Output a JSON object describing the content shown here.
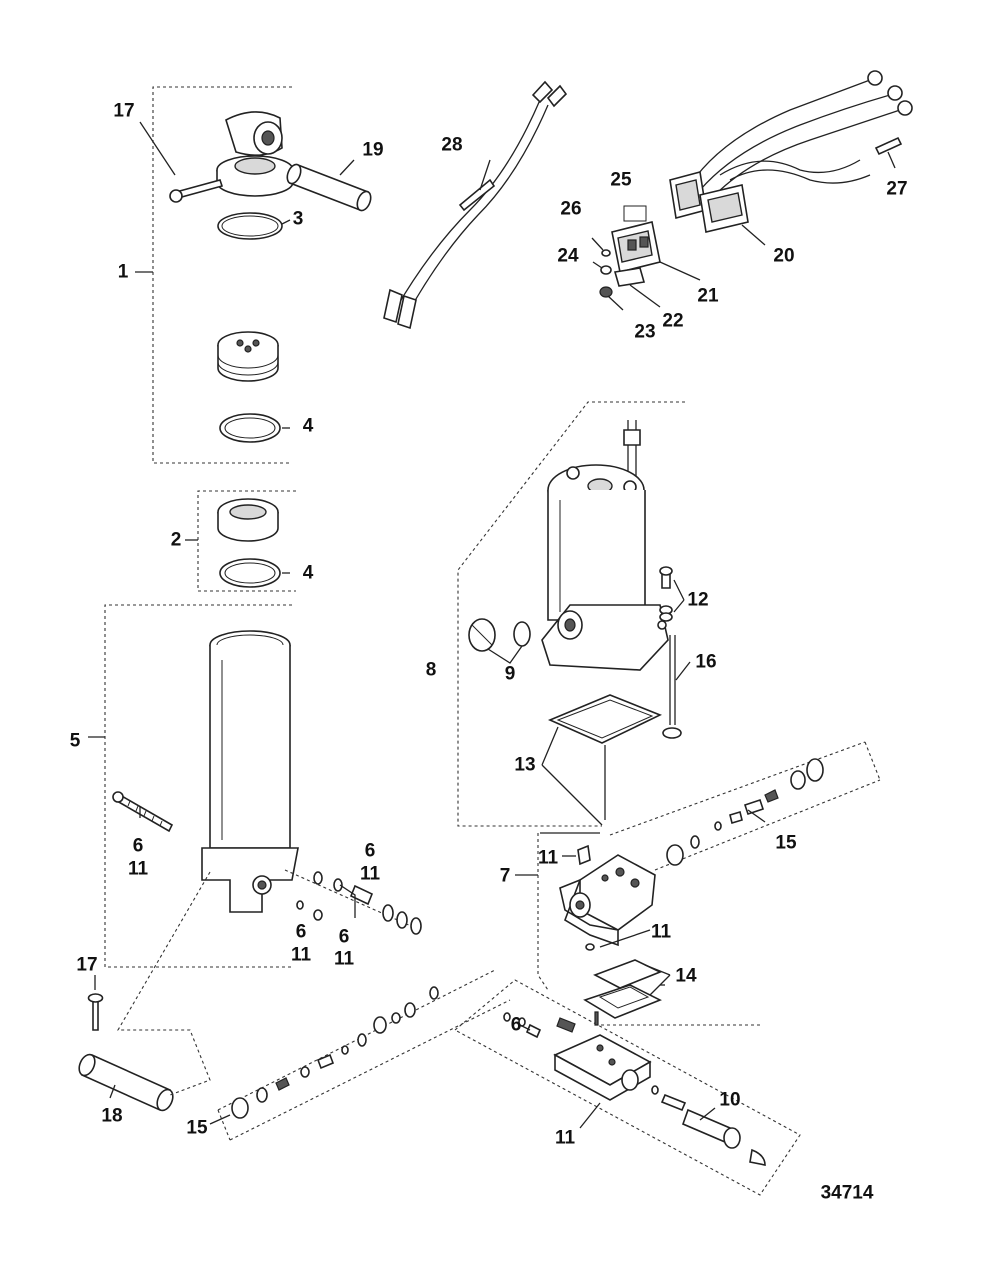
{
  "diagram": {
    "figure_number": "34714",
    "callouts": [
      {
        "id": "c17a",
        "label": "17"
      },
      {
        "id": "c19",
        "label": "19"
      },
      {
        "id": "c3",
        "label": "3"
      },
      {
        "id": "c1",
        "label": "1"
      },
      {
        "id": "c4a",
        "label": "4"
      },
      {
        "id": "c2",
        "label": "2"
      },
      {
        "id": "c4b",
        "label": "4"
      },
      {
        "id": "c5",
        "label": "5"
      },
      {
        "id": "c6a",
        "label": "6"
      },
      {
        "id": "c11a",
        "label": "11"
      },
      {
        "id": "c6b",
        "label": "6"
      },
      {
        "id": "c11b",
        "label": "11"
      },
      {
        "id": "c6c",
        "label": "6"
      },
      {
        "id": "c11c",
        "label": "11"
      },
      {
        "id": "c6d",
        "label": "6"
      },
      {
        "id": "c11d",
        "label": "11"
      },
      {
        "id": "c17b",
        "label": "17"
      },
      {
        "id": "c18",
        "label": "18"
      },
      {
        "id": "c15a",
        "label": "15"
      },
      {
        "id": "c28",
        "label": "28"
      },
      {
        "id": "c25",
        "label": "25"
      },
      {
        "id": "c26",
        "label": "26"
      },
      {
        "id": "c24",
        "label": "24"
      },
      {
        "id": "c23",
        "label": "23"
      },
      {
        "id": "c22",
        "label": "22"
      },
      {
        "id": "c21",
        "label": "21"
      },
      {
        "id": "c20",
        "label": "20"
      },
      {
        "id": "c27",
        "label": "27"
      },
      {
        "id": "c8",
        "label": "8"
      },
      {
        "id": "c9",
        "label": "9"
      },
      {
        "id": "c12",
        "label": "12"
      },
      {
        "id": "c16",
        "label": "16"
      },
      {
        "id": "c13",
        "label": "13"
      },
      {
        "id": "c15b",
        "label": "15"
      },
      {
        "id": "c7",
        "label": "7"
      },
      {
        "id": "c11e",
        "label": "11"
      },
      {
        "id": "c11f",
        "label": "11"
      },
      {
        "id": "c14",
        "label": "14"
      },
      {
        "id": "c6e",
        "label": "6"
      },
      {
        "id": "c10",
        "label": "10"
      },
      {
        "id": "c11g",
        "label": "11"
      }
    ]
  }
}
